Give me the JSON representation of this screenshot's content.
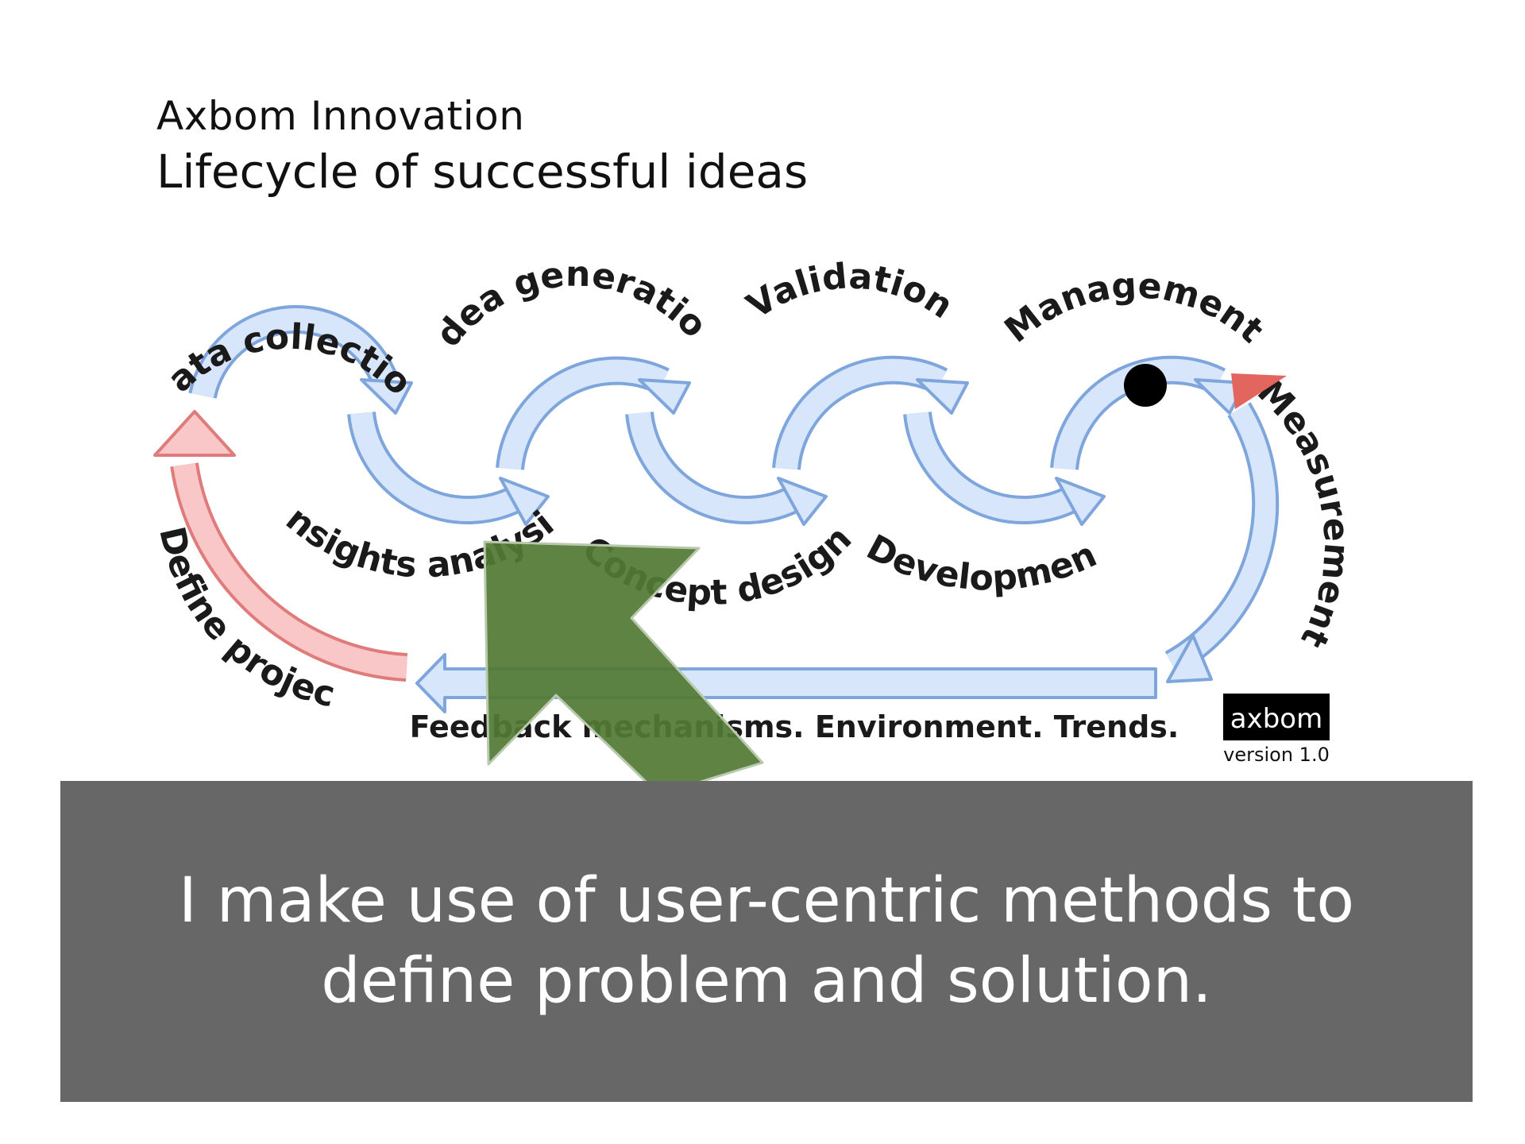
{
  "header": {
    "company": "Axbom Innovation",
    "subtitle": "Lifecycle of successful ideas"
  },
  "diagram": {
    "stages_top": [
      "Data collection",
      "Idea generation",
      "Validation",
      "Management"
    ],
    "stages_bottom": [
      "Insights analysis",
      "Concept design",
      "Development"
    ],
    "measurement_label": "Measurement",
    "define_label": "Define project",
    "feedback_label": "Feedback mechanisms. Environment. Trends.",
    "logo_text": "axbom",
    "version": "version 1.0",
    "colors": {
      "loop_arrow_fill": "#d7e6fb",
      "loop_arrow_stroke": "#7ea6dc",
      "define_arrow_fill": "#f9c7c7",
      "define_arrow_stroke": "#e07b7b",
      "pointer_arrow": "#527a35",
      "marker_dot": "#000000",
      "marker_triangle": "#e2665e"
    }
  },
  "caption": {
    "text": "I make use of user-centric methods to define problem and solution."
  }
}
